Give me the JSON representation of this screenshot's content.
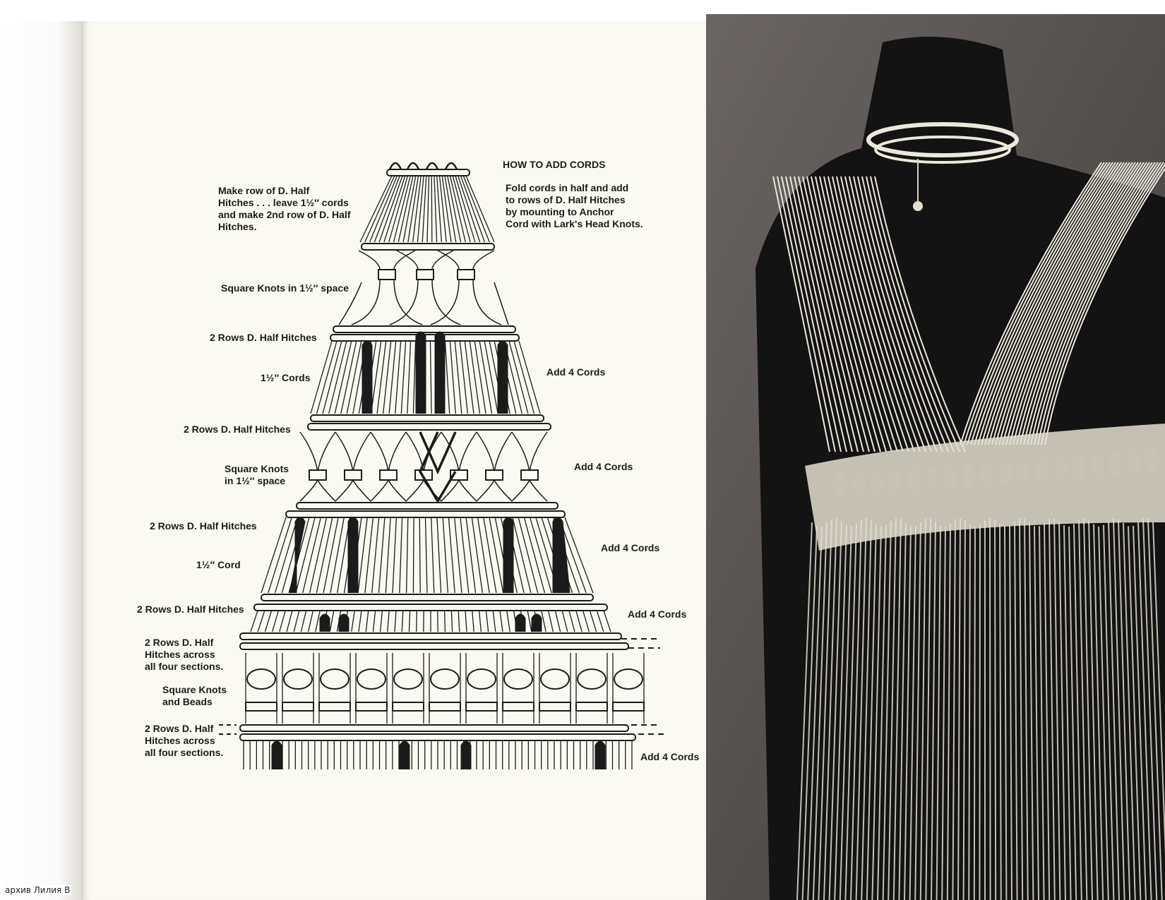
{
  "instructions": {
    "heading": "HOW TO ADD CORDS",
    "body": "Fold cords in half and add\nto rows of D. Half Hitches\nby mounting to Anchor\nCord with Lark's Head Knots."
  },
  "labels_left": [
    {
      "id": "l1",
      "text": "Make row of D. Half\nHitches . . . leave 1½″ cords\nand make 2nd row of D. Half\nHitches."
    },
    {
      "id": "l2",
      "text": "Square Knots in 1½″ space"
    },
    {
      "id": "l3",
      "text": "2 Rows D. Half Hitches"
    },
    {
      "id": "l4",
      "text": "1½″ Cords"
    },
    {
      "id": "l5",
      "text": "2 Rows D. Half Hitches"
    },
    {
      "id": "l6",
      "text": "Square Knots\nin 1½″ space"
    },
    {
      "id": "l7",
      "text": "2 Rows D. Half Hitches"
    },
    {
      "id": "l8",
      "text": "1½″ Cord"
    },
    {
      "id": "l9",
      "text": "2 Rows D. Half Hitches"
    },
    {
      "id": "l10",
      "text": "2 Rows D. Half\nHitches across\nall four sections."
    },
    {
      "id": "l11",
      "text": "Square Knots\nand Beads"
    },
    {
      "id": "l12",
      "text": "2 Rows D. Half\nHitches across\nall four sections."
    }
  ],
  "labels_right": [
    {
      "id": "r1",
      "text": "Add 4 Cords"
    },
    {
      "id": "r2",
      "text": "Add 4 Cords"
    },
    {
      "id": "r3",
      "text": "Add 4 Cords"
    },
    {
      "id": "r4",
      "text": "Add 4 Cords"
    },
    {
      "id": "r5",
      "text": "Add 4 Cords"
    }
  ],
  "watermark": "архив Лилия В",
  "colors": {
    "page": "#fbfaf2",
    "ink": "#1b1b1b",
    "photo_bg": "#5a5653",
    "cord": "#ece8dc"
  }
}
